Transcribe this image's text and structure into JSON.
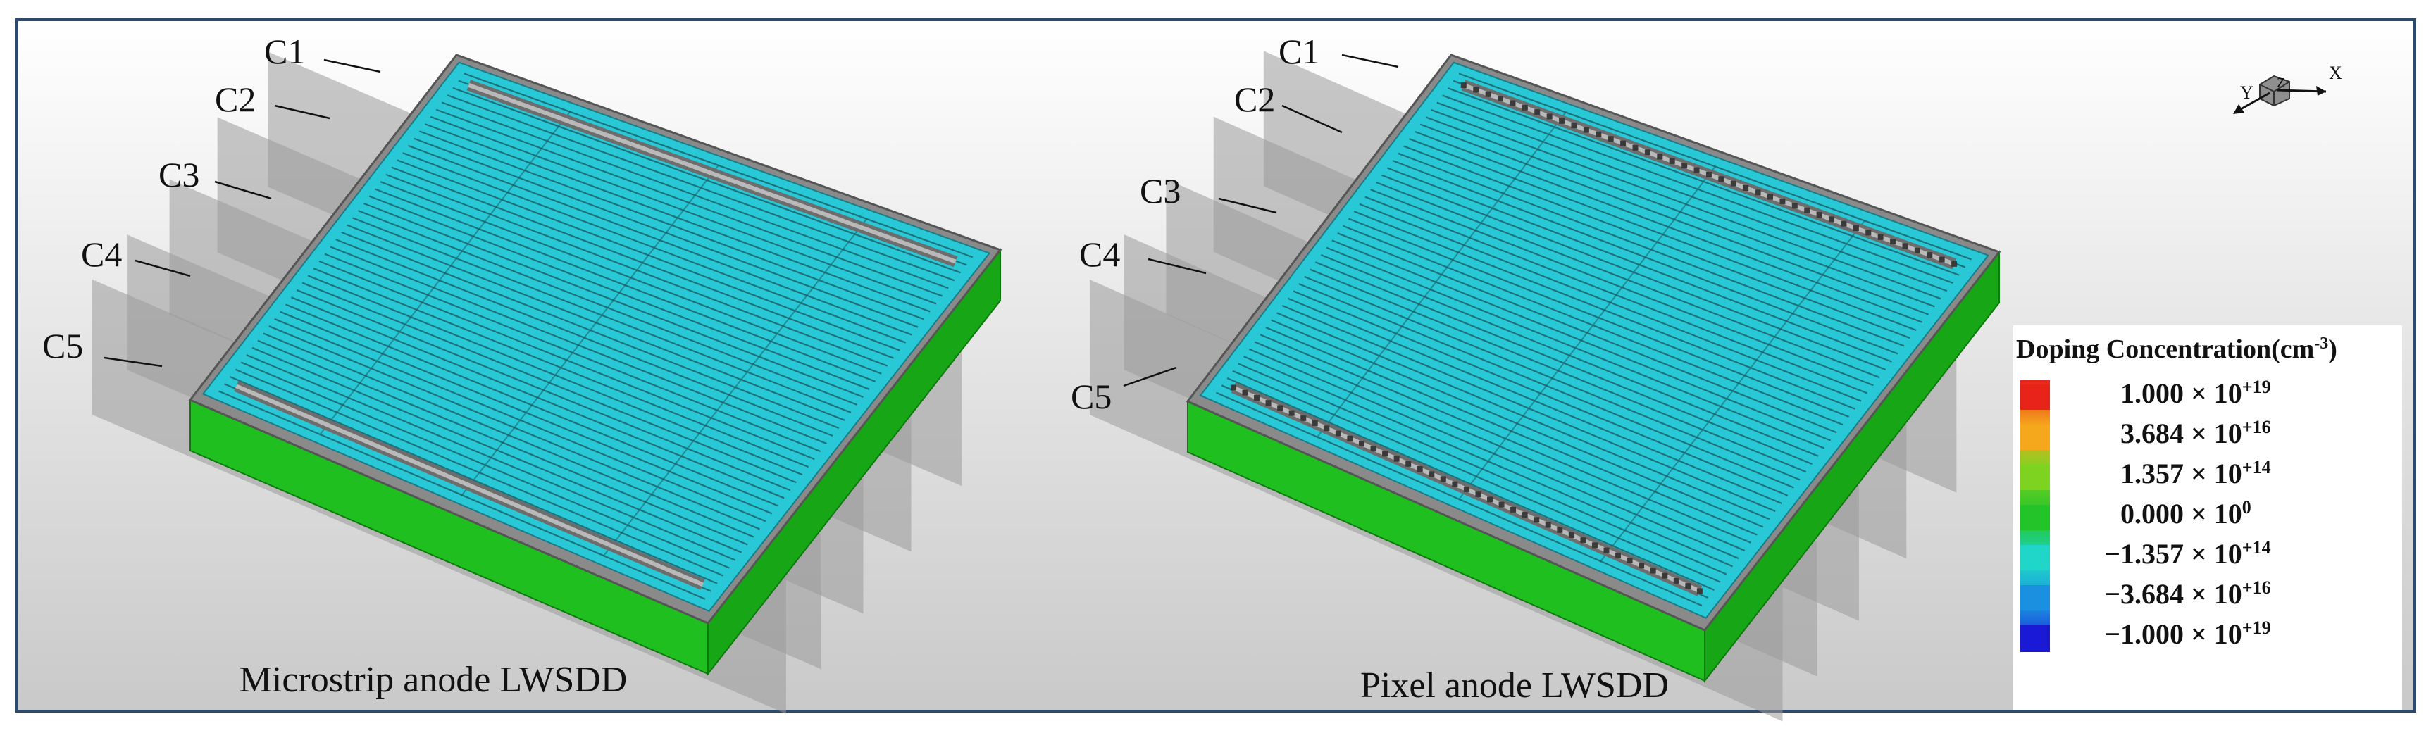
{
  "panels": [
    {
      "caption": "Microstrip anode LWSDD",
      "cuts": [
        "C1",
        "C2",
        "C3",
        "C4",
        "C5"
      ],
      "anode_type": "microstrip"
    },
    {
      "caption": "Pixel anode LWSDD",
      "cuts": [
        "C1",
        "C2",
        "C3",
        "C4",
        "C5"
      ],
      "anode_type": "pixel"
    }
  ],
  "axes_gizmo": {
    "x_label": "X",
    "y_label": "Y",
    "z_label": "Z"
  },
  "legend": {
    "title": "Doping Concentration(cm",
    "title_exp": "-3",
    "title_close": ")",
    "entries": [
      {
        "mant": "1.000",
        "exp": "+19",
        "color": "#e8231a"
      },
      {
        "mant": "3.684",
        "exp": "+16",
        "color": "#f5a81c"
      },
      {
        "mant": "1.357",
        "exp": "+14",
        "color": "#7ed321"
      },
      {
        "mant": "0.000",
        "exp": "0",
        "color": "#22c42a"
      },
      {
        "mant": "−1.357",
        "exp": "+14",
        "color": "#1fd6c9"
      },
      {
        "mant": "−3.684",
        "exp": "+16",
        "color": "#1b8fe0"
      },
      {
        "mant": "−1.000",
        "exp": "+19",
        "color": "#1a1ad6"
      }
    ]
  },
  "colors": {
    "substrate_side_left": "#1fbf1f",
    "substrate_side_right": "#16a616",
    "top_surface": "#28c8d6",
    "rim": "#8a8a8a",
    "cut_plane": "#9a9a9a"
  }
}
